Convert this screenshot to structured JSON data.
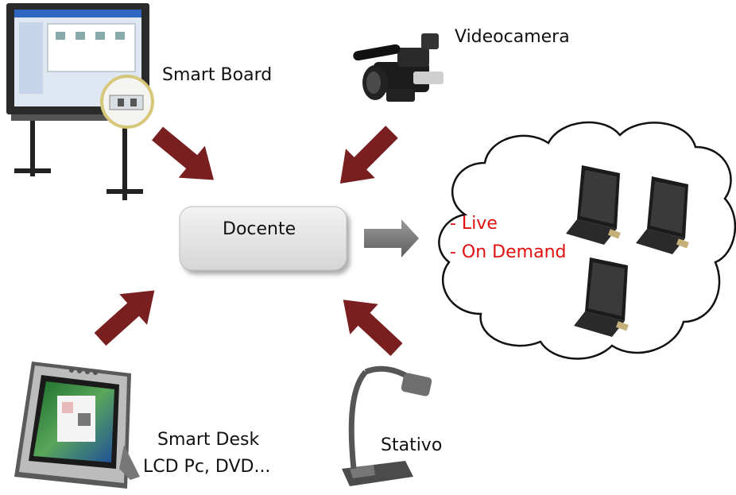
{
  "center": {
    "label": "Docente"
  },
  "devices": {
    "smart_board": {
      "label": "Smart Board"
    },
    "videocamera": {
      "label": "Videocamera"
    },
    "smart_desk": {
      "line1": "Smart Desk",
      "line2": "LCD Pc, DVD..."
    },
    "stativo": {
      "label": "Stativo"
    }
  },
  "cloud": {
    "items": [
      "- Live",
      "- On Demand"
    ]
  },
  "colors": {
    "arrow": "#7a1f1f",
    "gray_arrow": "#777777",
    "cloud_stroke": "#111111",
    "cloud_text": "#e01010",
    "box_fill": "#e6e6e6"
  }
}
